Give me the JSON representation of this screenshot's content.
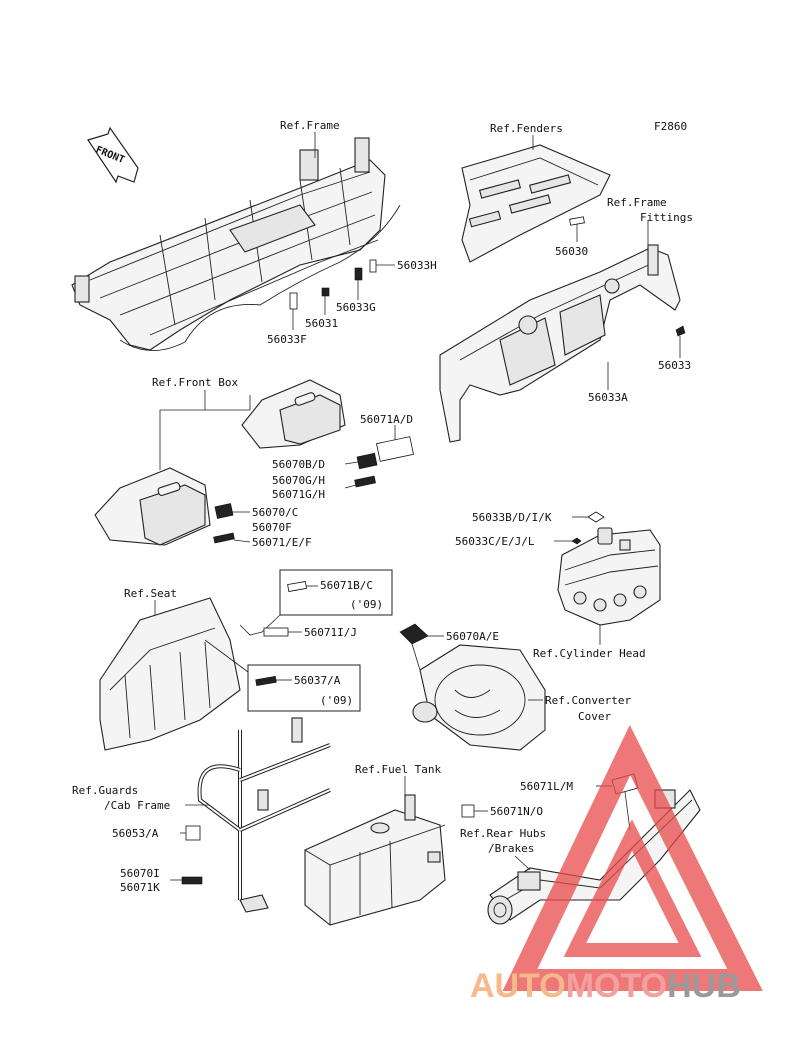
{
  "figure_code": "F2860",
  "front_arrow_text": "FRONT",
  "refs": {
    "frame": "Ref.Frame",
    "fenders": "Ref.Fenders",
    "frame_fittings_1": "Ref.Frame",
    "frame_fittings_2": "Fittings",
    "front_box": "Ref.Front Box",
    "seat": "Ref.Seat",
    "cylinder_head": "Ref.Cylinder Head",
    "converter_cover_1": "Ref.Converter",
    "converter_cover_2": "Cover",
    "fuel_tank": "Ref.Fuel Tank",
    "guards_1": "Ref.Guards",
    "guards_2": "/Cab Frame",
    "rear_hubs_1": "Ref.Rear Hubs",
    "rear_hubs_2": "/Brakes"
  },
  "parts": {
    "p56033H": "56033H",
    "p56033G": "56033G",
    "p56031": "56031",
    "p56033F": "56033F",
    "p56030": "56030",
    "p56033": "56033",
    "p56033A": "56033A",
    "p56071AD": "56071A/D",
    "p56070BD": "56070B/D",
    "p56070GH": "56070G/H",
    "p56071GH": "56071G/H",
    "p56070C": "56070/C",
    "p56070F": "56070F",
    "p56071EF": "56071/E/F",
    "p56033BDIK": "56033B/D/I/K",
    "p56033CEJL": "56033C/E/J/L",
    "p56071BC": "56071B/C",
    "p56071BC_year": "('09)",
    "p56071IJ": "56071I/J",
    "p56070AE": "56070A/E",
    "p56037A": "56037/A",
    "p56037A_year": "('09)",
    "p56071LM": "56071L/M",
    "p56071NO": "56071N/O",
    "p56053A": "56053/A",
    "p56070I": "56070I",
    "p56071K": "56071K"
  },
  "watermark": {
    "part1": "AUTO",
    "part2": "MOTO",
    "part3": "HUB",
    "color1": "#f5b98a",
    "color2": "#f2a0a0",
    "color3": "#9a9a9a",
    "triangle_color": "#e84a4a"
  }
}
